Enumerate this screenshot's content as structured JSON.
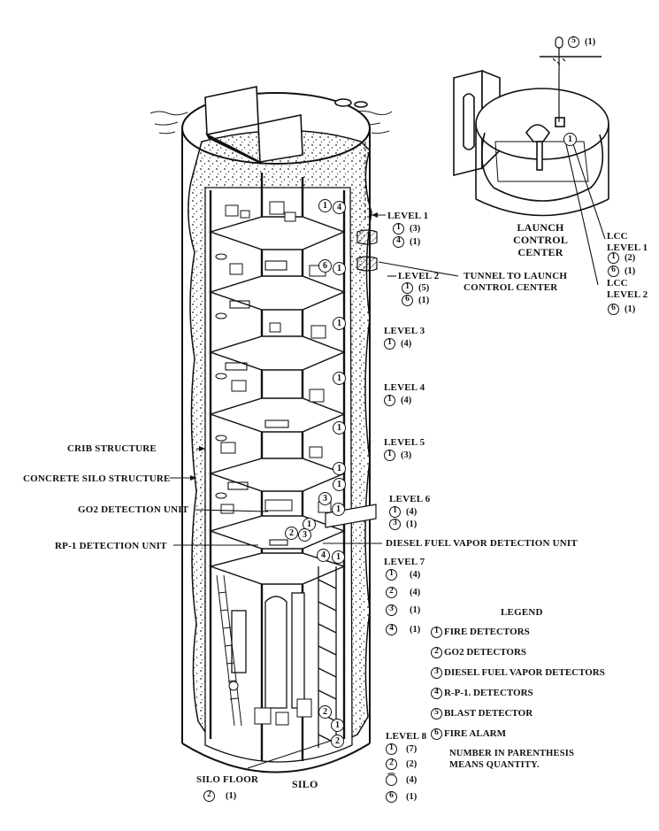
{
  "launch_center": {
    "line1": "LAUNCH",
    "line2": "CONTROL",
    "line3": "CENTER"
  },
  "blast_marker": {
    "id": "5",
    "qty": "(1)"
  },
  "lcc_level1": {
    "label_a": "LCC",
    "label_b": "LEVEL 1",
    "counts": [
      {
        "id": "1",
        "qty": "(2)"
      },
      {
        "id": "6",
        "qty": "(1)"
      }
    ]
  },
  "lcc_level2": {
    "label_a": "LCC",
    "label_b": "LEVEL 2",
    "counts": [
      {
        "id": "6",
        "qty": "(1)"
      }
    ]
  },
  "tunnel": {
    "line1": "TUNNEL TO LAUNCH",
    "line2": "CONTROL CENTER"
  },
  "levels": [
    {
      "name": "LEVEL 1",
      "counts": [
        {
          "id": "1",
          "qty": "(3)"
        },
        {
          "id": "4",
          "qty": "(1)"
        }
      ]
    },
    {
      "name": "LEVEL 2",
      "counts": [
        {
          "id": "1",
          "qty": "(5)"
        },
        {
          "id": "6",
          "qty": "(1)"
        }
      ]
    },
    {
      "name": "LEVEL 3",
      "counts": [
        {
          "id": "1",
          "qty": "(4)"
        }
      ]
    },
    {
      "name": "LEVEL 4",
      "counts": [
        {
          "id": "1",
          "qty": "(4)"
        }
      ]
    },
    {
      "name": "LEVEL 5",
      "counts": [
        {
          "id": "1",
          "qty": "(3)"
        }
      ]
    },
    {
      "name": "LEVEL 6",
      "counts": [
        {
          "id": "1",
          "qty": "(4)"
        },
        {
          "id": "3",
          "qty": "(1)"
        }
      ]
    },
    {
      "name": "LEVEL 7",
      "counts": [
        {
          "id": "1",
          "qty": "(4)"
        },
        {
          "id": "2",
          "qty": "(4)"
        },
        {
          "id": "3",
          "qty": "(1)"
        },
        {
          "id": "4",
          "qty": "(1)"
        }
      ]
    },
    {
      "name": "LEVEL 8",
      "counts": [
        {
          "id": "1",
          "qty": "(7)"
        },
        {
          "id": "2",
          "qty": "(2)"
        },
        {
          "id": "⁀",
          "qty": "(4)"
        },
        {
          "id": "6",
          "qty": "(1)"
        }
      ]
    }
  ],
  "callouts": {
    "crib": "CRIB STRUCTURE",
    "concrete": "CONCRETE SILO STRUCTURE",
    "go2": "GO2 DETECTION UNIT",
    "rp1": "RP-1 DETECTION UNIT",
    "diesel": "DIESEL FUEL VAPOR DETECTION UNIT"
  },
  "silo_floor": {
    "label": "SILO FLOOR",
    "id": "2",
    "qty": "(1)"
  },
  "silo_label": "SILO",
  "legend": {
    "title": "LEGEND",
    "items": [
      {
        "id": "1",
        "text": "FIRE DETECTORS"
      },
      {
        "id": "2",
        "text": "GO2 DETECTORS"
      },
      {
        "id": "3",
        "text": "DIESEL FUEL VAPOR DETECTORS"
      },
      {
        "id": "4",
        "text": "R-P-1.  DETECTORS"
      },
      {
        "id": "5",
        "text": "BLAST DETECTOR"
      },
      {
        "id": "6",
        "text": "FIRE ALARM"
      }
    ],
    "note_line1": "NUMBER IN PARENTHESIS",
    "note_line2": "MEANS QUANTITY."
  },
  "diagram_markers": [
    "1",
    "4",
    "6",
    "1",
    "1",
    "1",
    "1",
    "1",
    "1",
    "1",
    "3",
    "1",
    "2",
    "3",
    "4",
    "1",
    "2",
    "1",
    "2",
    "1"
  ]
}
